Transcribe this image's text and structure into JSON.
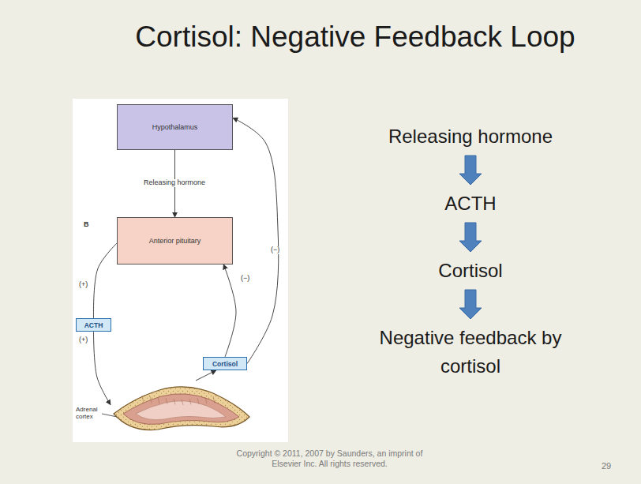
{
  "diagram": {
    "title": "Cortisol: Negative Feedback Loop",
    "caption": "Copyright © 2011, 2007 by Saunders, an imprint of Elsevier Inc. All rights reserved.",
    "nodes": [
      {
        "text": [
          "Hypothalamus"
        ]
      },
      {
        "text": [
          "Anterior pituitary"
        ]
      },
      {
        "text": [
          "ACTH"
        ]
      },
      {
        "text": [
          "Cortisol"
        ]
      },
      {
        "text": [
          "Adrenal cortex"
        ]
      },
      {
        "text": [
          "Releasing hormone"
        ]
      },
      {
        "text": [
          "ACTH"
        ]
      },
      {
        "text": [
          "Cortisol"
        ]
      },
      {
        "text": [
          "Negative feedback by cortisol"
        ]
      }
    ],
    "edges": [
      {
        "from": 0,
        "to": 1,
        "label": "Releasing hormone",
        "arrow": "to"
      },
      {
        "from": 1,
        "to": 2,
        "label": "(+)",
        "arrow": "none"
      },
      {
        "from": 2,
        "to": 4,
        "label": "(+)",
        "arrow": "to"
      },
      {
        "from": 4,
        "to": 3,
        "arrow": "to"
      },
      {
        "from": 3,
        "to": 1,
        "label": "(−)",
        "arrow": "to"
      },
      {
        "from": 3,
        "to": 0,
        "label": "(−)",
        "arrow": "to"
      },
      {
        "from": 5,
        "to": 6,
        "arrow": "to"
      },
      {
        "from": 6,
        "to": 7,
        "arrow": "to"
      },
      {
        "from": 7,
        "to": 8,
        "arrow": "to"
      }
    ],
    "labels": [
      "B",
      "29"
    ]
  }
}
